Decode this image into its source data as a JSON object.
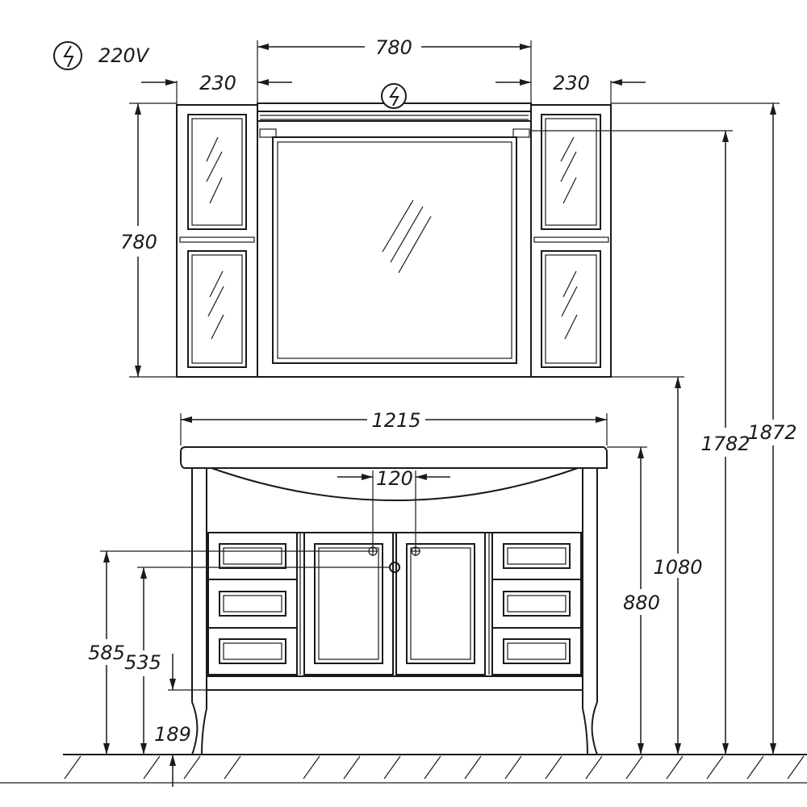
{
  "power": {
    "voltage_label": "220V"
  },
  "mirror_cabinet": {
    "width_label": "780",
    "left_cabinet_width_label": "230",
    "right_cabinet_width_label": "230",
    "height_label": "780"
  },
  "vanity": {
    "width_label": "1215",
    "tap_spacing_label": "120",
    "height_label": "880",
    "mirror_bottom_height_label": "1080"
  },
  "overall": {
    "mirror_light_height_label": "1782",
    "total_height_label": "1872"
  },
  "connections": {
    "upper_pipe_height_label": "585",
    "lower_pipe_height_label": "535",
    "drain_height_label": "189"
  },
  "icons": {
    "power_outlet": "power-outlet-icon"
  },
  "colors": {
    "line": "#1a1a1a",
    "background": "#ffffff"
  }
}
